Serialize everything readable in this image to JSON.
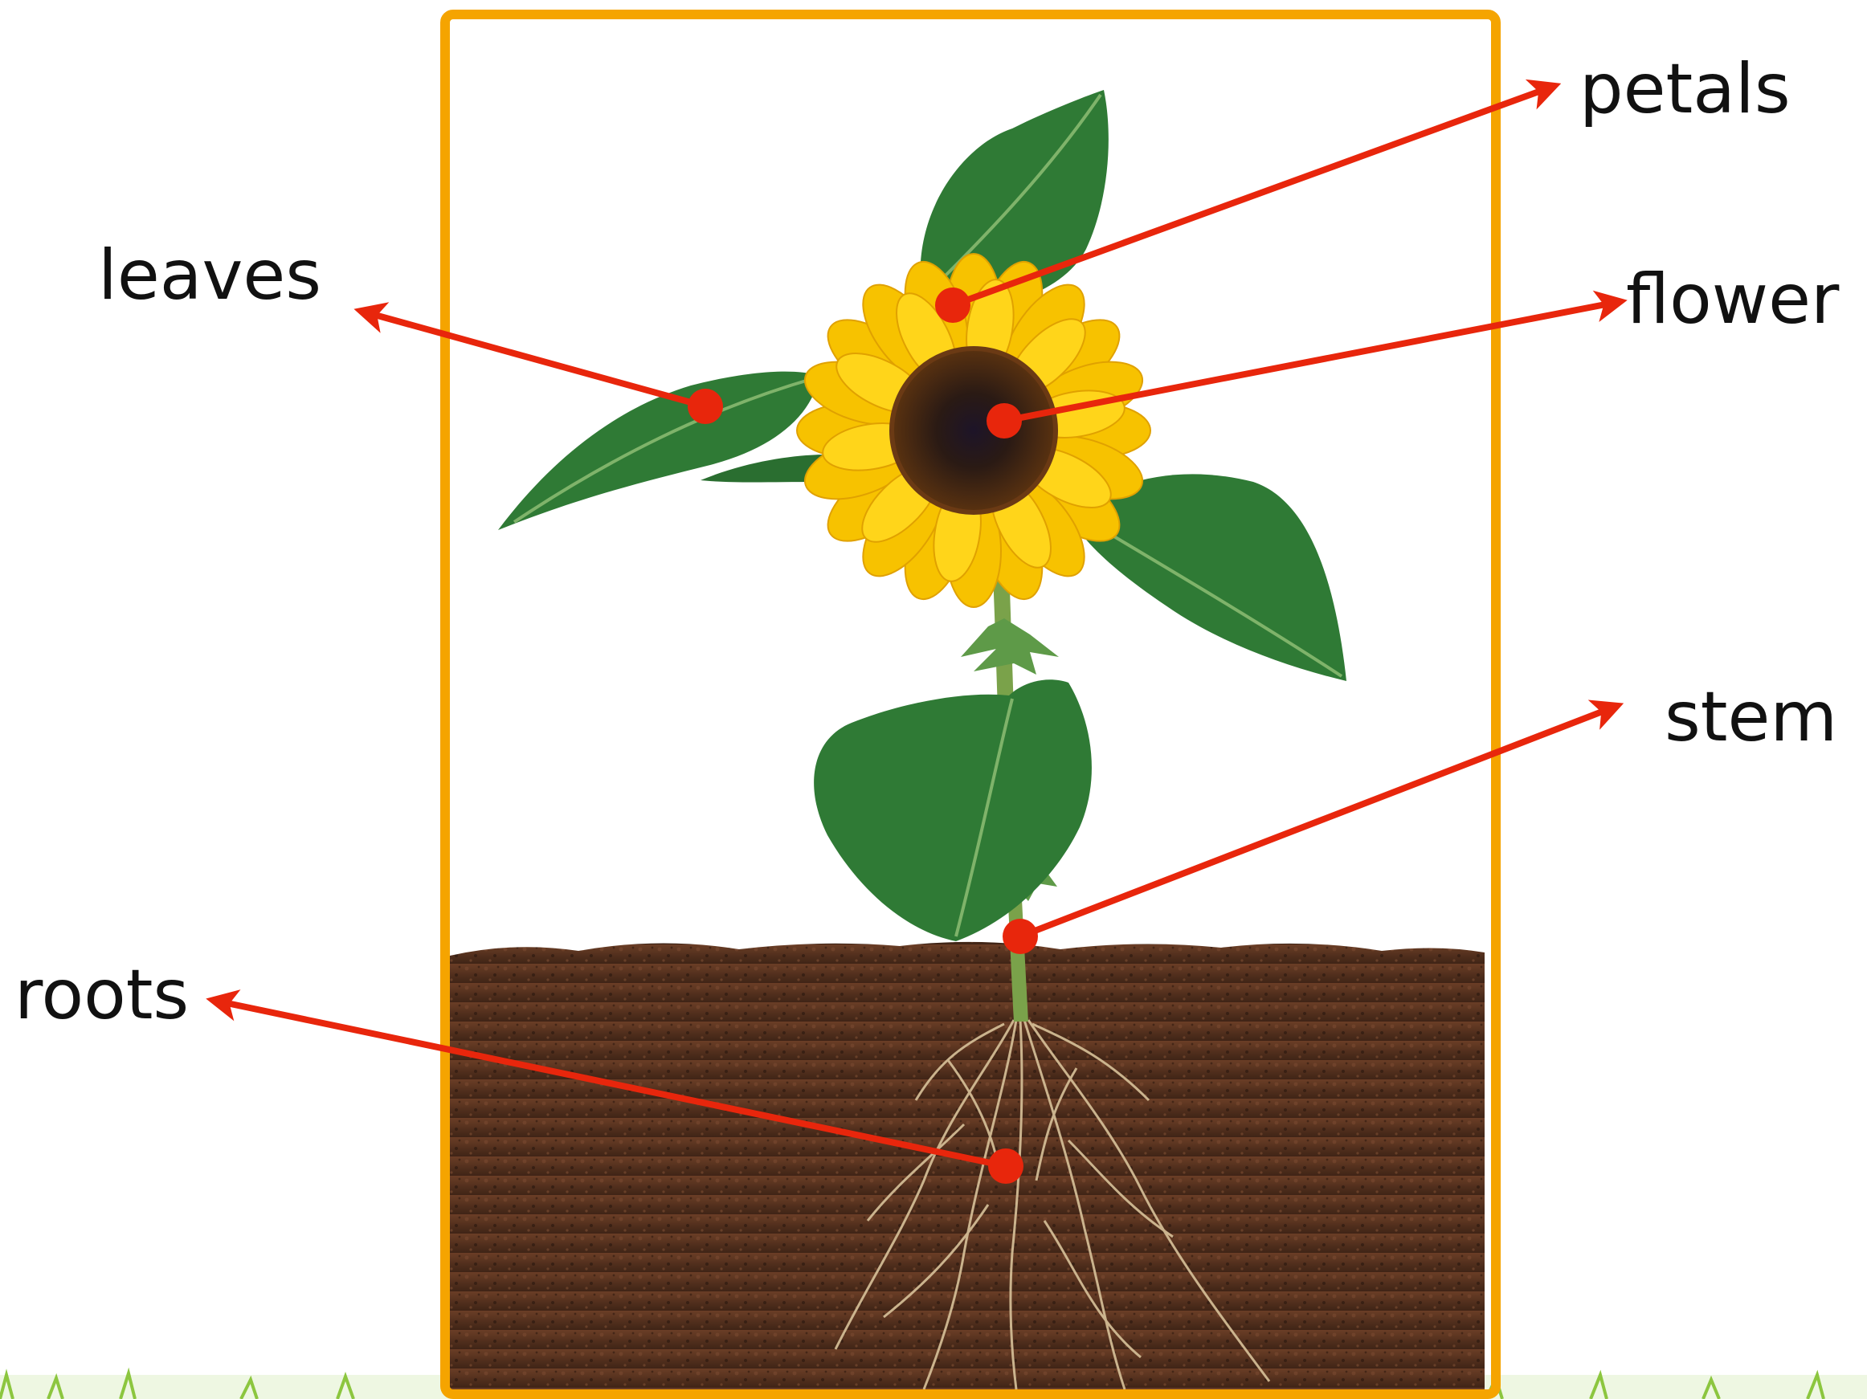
{
  "labels": {
    "leaves": "leaves",
    "petals": "petals",
    "flower": "flower",
    "stem": "stem",
    "roots": "roots"
  },
  "colors": {
    "frame": "#F5A400",
    "arrow": "#E8260C",
    "soil": "#4a2a1a",
    "leaf": "#2f7a35",
    "petal": "#F7C200",
    "flower_center": "#3a1d10",
    "grass": "#8cc63f"
  }
}
